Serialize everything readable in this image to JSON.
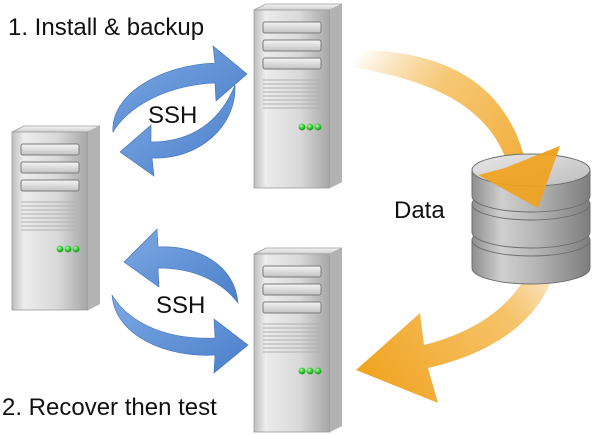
{
  "labels": {
    "step1": "1. Install & backup",
    "step2": "2. Recover then test",
    "ssh_top": "SSH",
    "ssh_bottom": "SSH",
    "data": "Data"
  },
  "colors": {
    "ssh_arrow": "#5b8fd6",
    "data_arrow": "#f0a21e",
    "server_body": "#d6d6d6",
    "led": "#33cc33",
    "database": "#a9a9a9"
  },
  "icons": {
    "servers": [
      "server-icon",
      "server-icon",
      "server-icon"
    ],
    "storage": "database-icon"
  }
}
